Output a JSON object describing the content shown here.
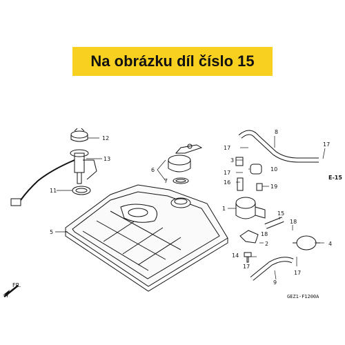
{
  "banner": {
    "text": "Na obrázku díl číslo 15",
    "color": "#f8d020"
  },
  "diagram_code": "GEZ1-F1200A",
  "reference": "E-15",
  "direction_label": "FR.",
  "callouts": {
    "c1": "1",
    "c2": "2",
    "c3": "3",
    "c4": "4",
    "c5": "5",
    "c6": "6",
    "c7": "7",
    "c8": "8",
    "c9": "9",
    "c10": "10",
    "c11": "11",
    "c12": "12",
    "c13": "13",
    "c14": "14",
    "c15": "15",
    "c16": "16",
    "c17a": "17",
    "c17b": "17",
    "c17c": "17",
    "c17d": "17",
    "c17e": "17",
    "c18a": "18",
    "c18b": "18",
    "c19": "19"
  }
}
